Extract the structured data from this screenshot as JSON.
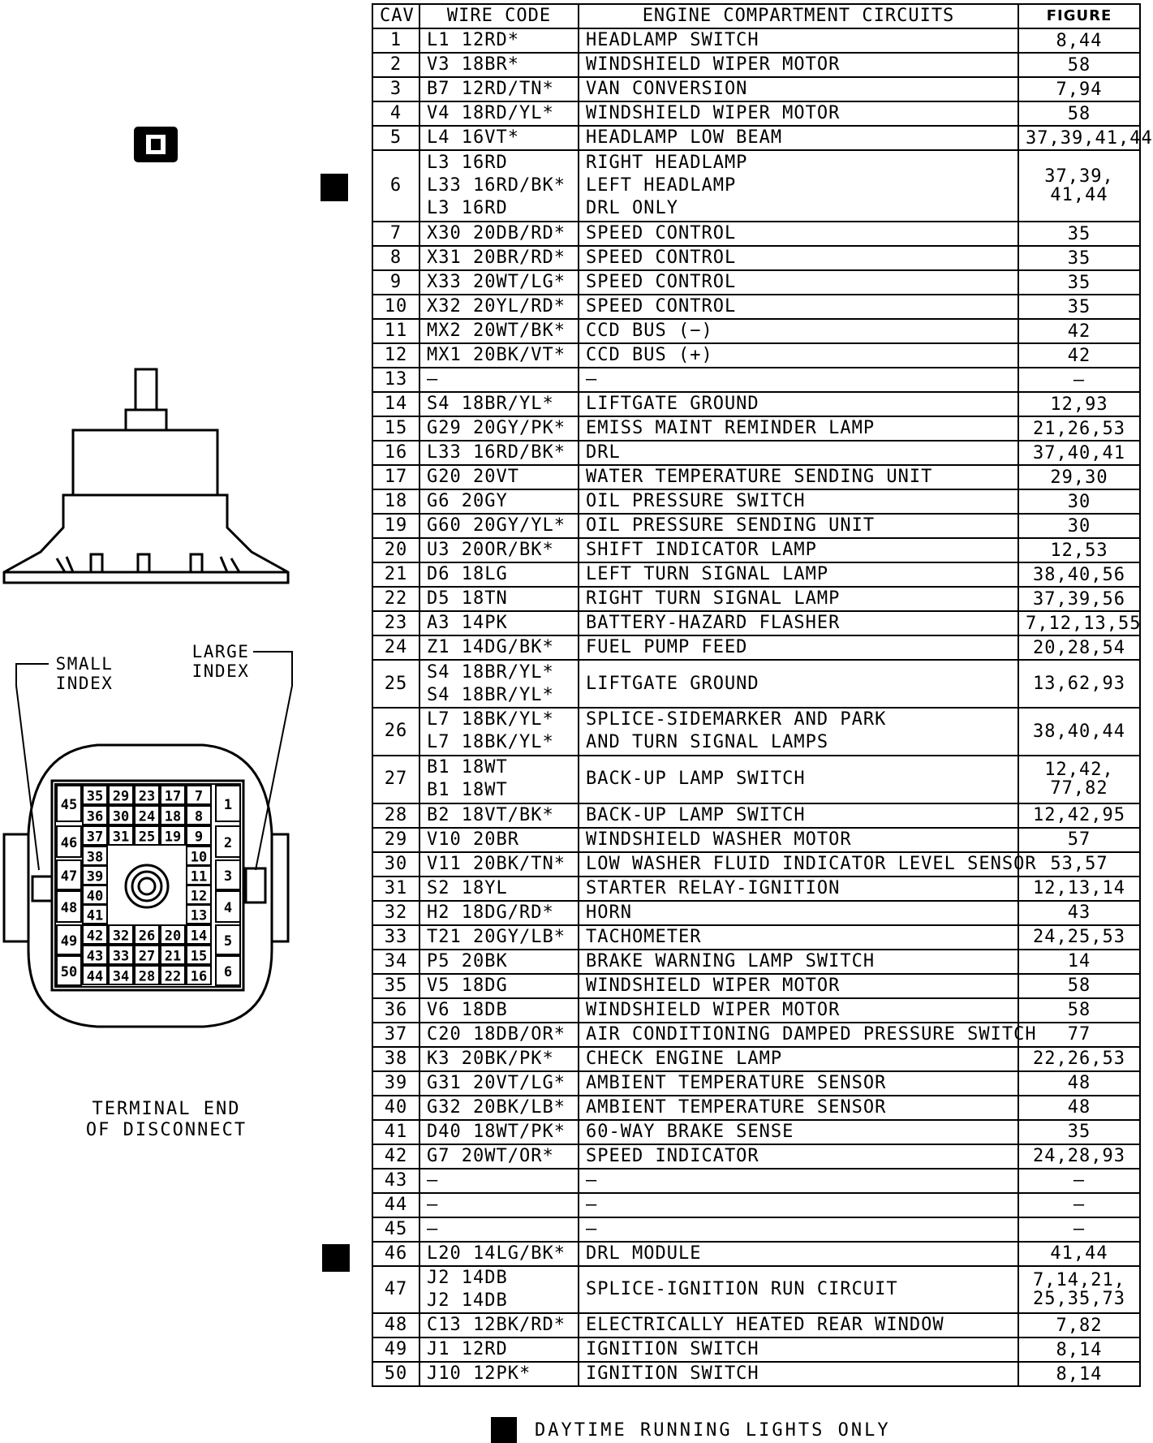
{
  "table": {
    "headers": {
      "cav": "CAV",
      "wire_code": "WIRE CODE",
      "circuit": "ENGINE COMPARTMENT CIRCUITS",
      "figure": "FIGURE"
    },
    "rows": [
      {
        "cav": "1",
        "wire": [
          "L1 12RD*"
        ],
        "circuit": [
          "HEADLAMP SWITCH"
        ],
        "figure": [
          "8,44"
        ]
      },
      {
        "cav": "2",
        "wire": [
          "V3 18BR*"
        ],
        "circuit": [
          "WINDSHIELD WIPER MOTOR"
        ],
        "figure": [
          "58"
        ]
      },
      {
        "cav": "3",
        "wire": [
          "B7 12RD/TN*"
        ],
        "circuit": [
          "VAN CONVERSION"
        ],
        "figure": [
          "7,94"
        ]
      },
      {
        "cav": "4",
        "wire": [
          "V4 18RD/YL*"
        ],
        "circuit": [
          "WINDSHIELD WIPER MOTOR"
        ],
        "figure": [
          "58"
        ]
      },
      {
        "cav": "5",
        "wire": [
          "L4 16VT*"
        ],
        "circuit": [
          "HEADLAMP LOW BEAM"
        ],
        "figure": [
          "37,39,41,44"
        ]
      },
      {
        "cav": "6",
        "wire": [
          "L3 16RD",
          "L33 16RD/BK*",
          "L3 16RD"
        ],
        "circuit": [
          "RIGHT HEADLAMP",
          "LEFT HEADLAMP",
          "DRL ONLY"
        ],
        "figure": [
          "37,39,",
          "41,44"
        ],
        "drl": true
      },
      {
        "cav": "7",
        "wire": [
          "X30 20DB/RD*"
        ],
        "circuit": [
          "SPEED CONTROL"
        ],
        "figure": [
          "35"
        ]
      },
      {
        "cav": "8",
        "wire": [
          "X31 20BR/RD*"
        ],
        "circuit": [
          "SPEED CONTROL"
        ],
        "figure": [
          "35"
        ]
      },
      {
        "cav": "9",
        "wire": [
          "X33 20WT/LG*"
        ],
        "circuit": [
          "SPEED CONTROL"
        ],
        "figure": [
          "35"
        ]
      },
      {
        "cav": "10",
        "wire": [
          "X32 20YL/RD*"
        ],
        "circuit": [
          "SPEED CONTROL"
        ],
        "figure": [
          "35"
        ]
      },
      {
        "cav": "11",
        "wire": [
          "MX2 20WT/BK*"
        ],
        "circuit": [
          "CCD BUS (−)"
        ],
        "figure": [
          "42"
        ]
      },
      {
        "cav": "12",
        "wire": [
          "MX1 20BK/VT*"
        ],
        "circuit": [
          "CCD BUS (+)"
        ],
        "figure": [
          "42"
        ]
      },
      {
        "cav": "13",
        "wire": [
          "—"
        ],
        "circuit": [
          "—"
        ],
        "figure": [
          "—"
        ]
      },
      {
        "cav": "14",
        "wire": [
          "S4 18BR/YL*"
        ],
        "circuit": [
          "LIFTGATE GROUND"
        ],
        "figure": [
          "12,93"
        ]
      },
      {
        "cav": "15",
        "wire": [
          "G29 20GY/PK*"
        ],
        "circuit": [
          "EMISS MAINT REMINDER LAMP"
        ],
        "figure": [
          "21,26,53"
        ]
      },
      {
        "cav": "16",
        "wire": [
          "L33 16RD/BK*"
        ],
        "circuit": [
          "DRL"
        ],
        "figure": [
          "37,40,41"
        ]
      },
      {
        "cav": "17",
        "wire": [
          "G20 20VT"
        ],
        "circuit": [
          "WATER TEMPERATURE SENDING UNIT"
        ],
        "figure": [
          "29,30"
        ]
      },
      {
        "cav": "18",
        "wire": [
          "G6 20GY"
        ],
        "circuit": [
          "OIL PRESSURE SWITCH"
        ],
        "figure": [
          "30"
        ]
      },
      {
        "cav": "19",
        "wire": [
          "G60 20GY/YL*"
        ],
        "circuit": [
          "OIL PRESSURE SENDING UNIT"
        ],
        "figure": [
          "30"
        ]
      },
      {
        "cav": "20",
        "wire": [
          "U3 20OR/BK*"
        ],
        "circuit": [
          "SHIFT INDICATOR LAMP"
        ],
        "figure": [
          "12,53"
        ]
      },
      {
        "cav": "21",
        "wire": [
          "D6 18LG"
        ],
        "circuit": [
          "LEFT TURN SIGNAL LAMP"
        ],
        "figure": [
          "38,40,56"
        ]
      },
      {
        "cav": "22",
        "wire": [
          "D5 18TN"
        ],
        "circuit": [
          "RIGHT TURN SIGNAL LAMP"
        ],
        "figure": [
          "37,39,56"
        ]
      },
      {
        "cav": "23",
        "wire": [
          "A3 14PK"
        ],
        "circuit": [
          "BATTERY-HAZARD FLASHER"
        ],
        "figure": [
          "7,12,13,55"
        ]
      },
      {
        "cav": "24",
        "wire": [
          "Z1 14DG/BK*"
        ],
        "circuit": [
          "FUEL PUMP FEED"
        ],
        "figure": [
          "20,28,54"
        ]
      },
      {
        "cav": "25",
        "wire": [
          "S4 18BR/YL*",
          "S4 18BR/YL*"
        ],
        "circuit": [
          "LIFTGATE GROUND"
        ],
        "figure": [
          "13,62,93"
        ]
      },
      {
        "cav": "26",
        "wire": [
          "L7 18BK/YL*",
          "L7 18BK/YL*"
        ],
        "circuit": [
          "SPLICE-SIDEMARKER AND PARK",
          "AND TURN SIGNAL LAMPS"
        ],
        "figure": [
          "38,40,44"
        ]
      },
      {
        "cav": "27",
        "wire": [
          "B1 18WT",
          "B1 18WT"
        ],
        "circuit": [
          "BACK-UP LAMP SWITCH"
        ],
        "figure": [
          "12,42,",
          "77,82"
        ]
      },
      {
        "cav": "28",
        "wire": [
          "B2 18VT/BK*"
        ],
        "circuit": [
          "BACK-UP LAMP SWITCH"
        ],
        "figure": [
          "12,42,95"
        ]
      },
      {
        "cav": "29",
        "wire": [
          "V10 20BR"
        ],
        "circuit": [
          "WINDSHIELD WASHER MOTOR"
        ],
        "figure": [
          "57"
        ]
      },
      {
        "cav": "30",
        "wire": [
          "V11 20BK/TN*"
        ],
        "circuit": [
          "LOW WASHER FLUID INDICATOR LEVEL SENSOR"
        ],
        "figure": [
          "53,57"
        ]
      },
      {
        "cav": "31",
        "wire": [
          "S2 18YL"
        ],
        "circuit": [
          "STARTER RELAY-IGNITION"
        ],
        "figure": [
          "12,13,14"
        ]
      },
      {
        "cav": "32",
        "wire": [
          "H2 18DG/RD*"
        ],
        "circuit": [
          "HORN"
        ],
        "figure": [
          "43"
        ]
      },
      {
        "cav": "33",
        "wire": [
          "T21 20GY/LB*"
        ],
        "circuit": [
          "TACHOMETER"
        ],
        "figure": [
          "24,25,53"
        ]
      },
      {
        "cav": "34",
        "wire": [
          "P5 20BK"
        ],
        "circuit": [
          "BRAKE WARNING LAMP SWITCH"
        ],
        "figure": [
          "14"
        ]
      },
      {
        "cav": "35",
        "wire": [
          "V5 18DG"
        ],
        "circuit": [
          "WINDSHIELD WIPER MOTOR"
        ],
        "figure": [
          "58"
        ]
      },
      {
        "cav": "36",
        "wire": [
          "V6 18DB"
        ],
        "circuit": [
          "WINDSHIELD WIPER MOTOR"
        ],
        "figure": [
          "58"
        ]
      },
      {
        "cav": "37",
        "wire": [
          "C20 18DB/OR*"
        ],
        "circuit": [
          "AIR CONDITIONING DAMPED PRESSURE SWITCH"
        ],
        "figure": [
          "77"
        ]
      },
      {
        "cav": "38",
        "wire": [
          "K3 20BK/PK*"
        ],
        "circuit": [
          "CHECK ENGINE LAMP"
        ],
        "figure": [
          "22,26,53"
        ]
      },
      {
        "cav": "39",
        "wire": [
          "G31 20VT/LG*"
        ],
        "circuit": [
          "AMBIENT TEMPERATURE SENSOR"
        ],
        "figure": [
          "48"
        ]
      },
      {
        "cav": "40",
        "wire": [
          "G32 20BK/LB*"
        ],
        "circuit": [
          "AMBIENT TEMPERATURE SENSOR"
        ],
        "figure": [
          "48"
        ]
      },
      {
        "cav": "41",
        "wire": [
          "D40 18WT/PK*"
        ],
        "circuit": [
          "60-WAY BRAKE SENSE"
        ],
        "figure": [
          "35"
        ]
      },
      {
        "cav": "42",
        "wire": [
          "G7 20WT/OR*"
        ],
        "circuit": [
          "SPEED INDICATOR"
        ],
        "figure": [
          "24,28,93"
        ]
      },
      {
        "cav": "43",
        "wire": [
          "—"
        ],
        "circuit": [
          "—"
        ],
        "figure": [
          "—"
        ]
      },
      {
        "cav": "44",
        "wire": [
          "—"
        ],
        "circuit": [
          "—"
        ],
        "figure": [
          "—"
        ]
      },
      {
        "cav": "45",
        "wire": [
          "—"
        ],
        "circuit": [
          "—"
        ],
        "figure": [
          "—"
        ]
      },
      {
        "cav": "46",
        "wire": [
          "L20 14LG/BK*"
        ],
        "circuit": [
          "DRL MODULE"
        ],
        "figure": [
          "41,44"
        ],
        "drl": true
      },
      {
        "cav": "47",
        "wire": [
          "J2 14DB",
          "J2 14DB"
        ],
        "circuit": [
          "SPLICE-IGNITION RUN CIRCUIT"
        ],
        "figure": [
          "7,14,21,",
          "25,35,73"
        ]
      },
      {
        "cav": "48",
        "wire": [
          "C13 12BK/RD*"
        ],
        "circuit": [
          "ELECTRICALLY HEATED REAR WINDOW"
        ],
        "figure": [
          "7,82"
        ]
      },
      {
        "cav": "49",
        "wire": [
          "J1 12RD"
        ],
        "circuit": [
          "IGNITION SWITCH"
        ],
        "figure": [
          "8,14"
        ]
      },
      {
        "cav": "50",
        "wire": [
          "J10 12PK*"
        ],
        "circuit": [
          "IGNITION SWITCH"
        ],
        "figure": [
          "8,14"
        ]
      }
    ]
  },
  "connector": {
    "small_index_label": [
      "SMALL",
      "INDEX"
    ],
    "large_index_label": [
      "LARGE",
      "INDEX"
    ],
    "terminal_end_label": [
      "TERMINAL END",
      "OF DISCONNECT"
    ],
    "terminal_numbers": {
      "outer_left": [
        "45",
        "46",
        "47",
        "48",
        "49",
        "50"
      ],
      "outer_right": [
        "1",
        "2",
        "3",
        "4",
        "5",
        "6"
      ],
      "top_row_a": [
        "35",
        "29",
        "23",
        "17",
        "7"
      ],
      "top_row_b": [
        "36",
        "30",
        "24",
        "18",
        "8"
      ],
      "top_row_c": [
        "37",
        "31",
        "25",
        "19",
        "9"
      ],
      "left_col": [
        "38",
        "39",
        "40",
        "41"
      ],
      "right_col": [
        "10",
        "11",
        "12",
        "13"
      ],
      "bottom_row_a": [
        "42",
        "32",
        "26",
        "20",
        "14"
      ],
      "bottom_row_b": [
        "43",
        "33",
        "27",
        "21",
        "15"
      ],
      "bottom_row_c": [
        "44",
        "34",
        "28",
        "22",
        "16"
      ]
    }
  },
  "legend": {
    "text": "DAYTIME RUNNING LIGHTS ONLY"
  }
}
